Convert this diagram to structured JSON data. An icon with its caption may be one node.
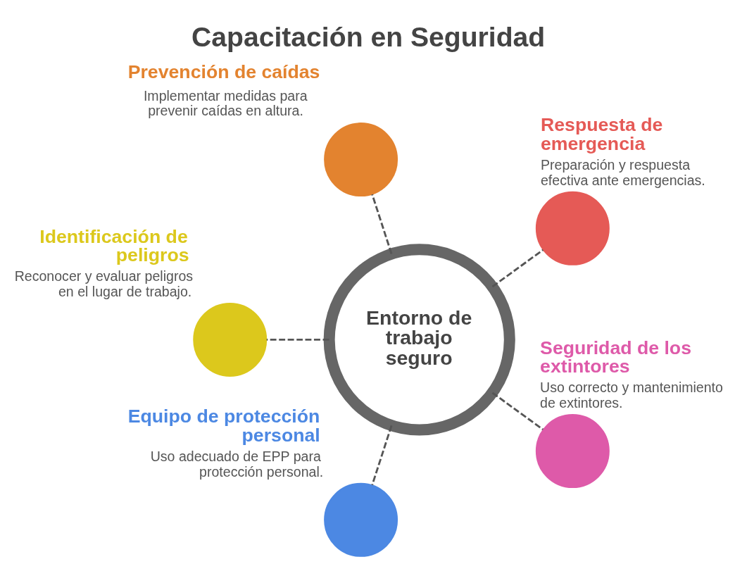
{
  "diagram": {
    "title": "Capacitación en Seguridad",
    "nodes": [
      {
        "text": [
          "Prevención de caídas",
          "Implementar medidas para prevenir caídas en altura."
        ]
      },
      {
        "text": [
          "Identificación de peligros",
          "Reconocer y evaluar peligros en el lugar de trabajo."
        ]
      },
      {
        "text": [
          "Respuesta de emergencia",
          "Preparación y respuesta efectiva ante emergencias."
        ]
      },
      {
        "text": [
          "Equipo de protección personal",
          "Uso adecuado de EPP para protección personal."
        ]
      },
      {
        "text": [
          "Seguridad de los extintores",
          "Uso correcto y mantenimiento de extintores."
        ]
      },
      {
        "text": [
          "Entorno de trabajo seguro"
        ]
      }
    ],
    "edges": [
      {
        "from": 5,
        "to": 0,
        "arrow": "none",
        "style": "dashed"
      },
      {
        "from": 5,
        "to": 1,
        "arrow": "none",
        "style": "dashed"
      },
      {
        "from": 5,
        "to": 2,
        "arrow": "none",
        "style": "dashed"
      },
      {
        "from": 5,
        "to": 3,
        "arrow": "none",
        "style": "dashed"
      },
      {
        "from": 5,
        "to": 4,
        "arrow": "none",
        "style": "dashed"
      }
    ]
  }
}
